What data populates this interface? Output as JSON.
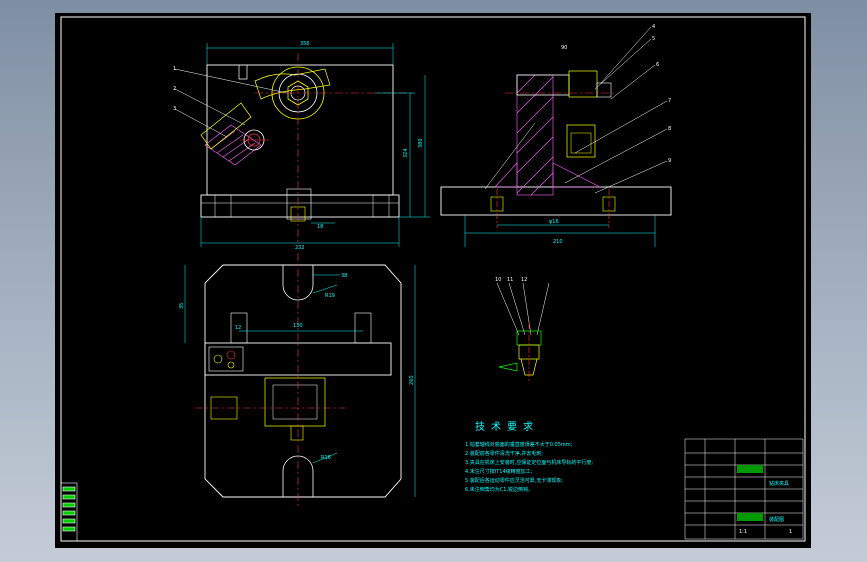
{
  "drawing": {
    "colors": {
      "frame": "#ffffff",
      "outline": "#ffffff",
      "center": "#ff3333",
      "dim": "#00ffff",
      "part": "#ffff00",
      "hatch": "#ff66ff",
      "mark": "#00ff00"
    },
    "dimensions": {
      "top_width": "356",
      "front_height_1": "324",
      "front_height_2": "380",
      "base_width": "232",
      "small_dim": "18",
      "side_detail": "90",
      "side_width": "210",
      "side_text": "φ16",
      "plan_slot": "38",
      "plan_r": "R19",
      "plan_span": "130",
      "plan_height": "260",
      "plan_left": "35",
      "plan_r_bottom": "R16",
      "plan_small": "12"
    },
    "balloons": [
      "1",
      "2",
      "3",
      "4",
      "5",
      "6",
      "7",
      "8",
      "9",
      "10",
      "11",
      "12"
    ]
  },
  "tech_requirements": {
    "title": "技术要求",
    "items": [
      "1.钻套轴线对底面的垂直度误差不大于0.05mm;",
      "2.装配前各零件清洗干净,并去毛刺;",
      "3.夹具在机床上安装时,应保证定位面与机床导轨的平行度;",
      "4.未注尺寸按IT14级精度加工;",
      "5.装配后各运动零件应灵活可靠,无卡滞现象;",
      "6.未注倒角均为C1,锐边倒钝。"
    ]
  },
  "title_block": {
    "part_name": "钻床夹具",
    "drawing_no": "装配图",
    "scale": "1:1",
    "sheet": "1"
  }
}
